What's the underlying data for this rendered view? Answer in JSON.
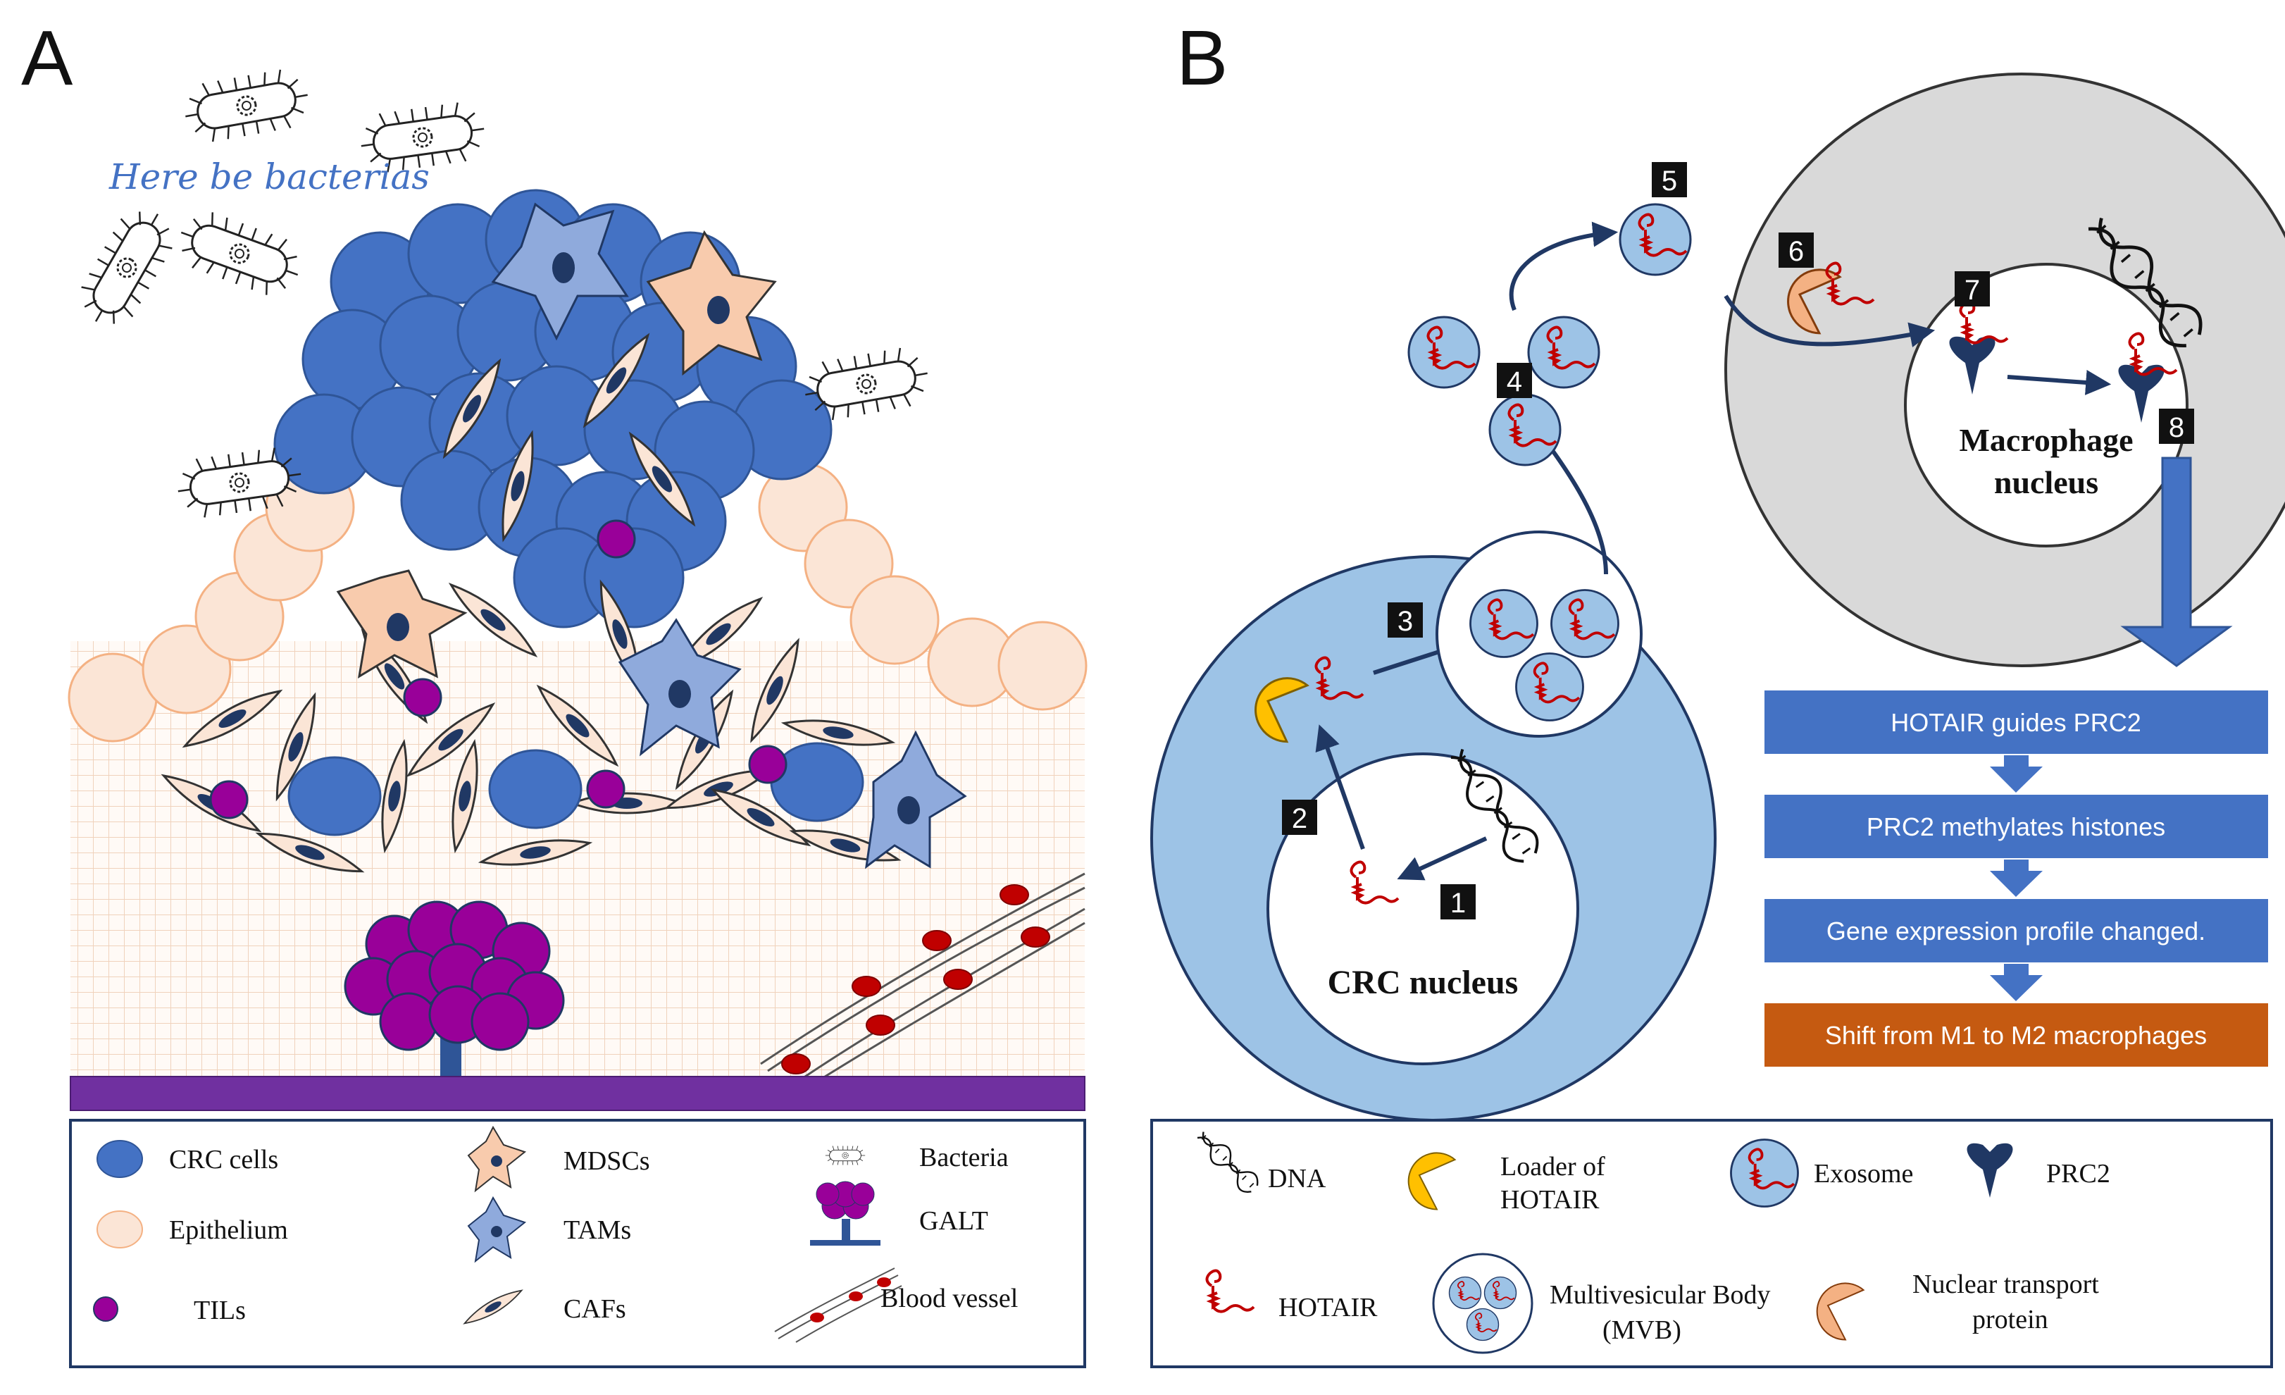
{
  "panels": {
    "a": {
      "letter": "A",
      "bacteria_caption": "Here be bacterias"
    },
    "b": {
      "letter": "B"
    }
  },
  "diagram_b": {
    "crc_nucleus_label": "CRC nucleus",
    "macrophage_nucleus_label_1": "Macrophage",
    "macrophage_nucleus_label_2": "nucleus",
    "steps": [
      "1",
      "2",
      "3",
      "4",
      "5",
      "6",
      "7",
      "8"
    ],
    "flow_boxes": [
      {
        "label": "HOTAIR guides PRC2",
        "color": "#4472c4"
      },
      {
        "label": "PRC2 methylates histones",
        "color": "#4472c4"
      },
      {
        "label": "Gene expression profile changed.",
        "color": "#4472c4"
      },
      {
        "label": "Shift from M1 to M2 macrophages",
        "color": "#c55a11"
      }
    ]
  },
  "legend_a": {
    "items": [
      {
        "icon": "crc-cell-icon",
        "label": "CRC cells"
      },
      {
        "icon": "epithelium-icon",
        "label": "Epithelium"
      },
      {
        "icon": "til-icon",
        "label": "TILs"
      },
      {
        "icon": "mdsc-icon",
        "label": "MDSCs"
      },
      {
        "icon": "tam-icon",
        "label": "TAMs"
      },
      {
        "icon": "caf-icon",
        "label": "CAFs"
      },
      {
        "icon": "bacteria-icon",
        "label": "Bacteria"
      },
      {
        "icon": "galt-icon",
        "label": "GALT"
      },
      {
        "icon": "blood-vessel-icon",
        "label": "Blood vessel"
      }
    ]
  },
  "legend_b": {
    "dna": "DNA",
    "loader_1": "Loader of",
    "loader_2": "HOTAIR",
    "exosome": "Exosome",
    "prc2": "PRC2",
    "hotair": "HOTAIR",
    "mvb_1": "Multivesicular Body",
    "mvb_2": "(MVB)",
    "ntp_1": "Nuclear transport",
    "ntp_2": "protein"
  },
  "colors": {
    "crc_blue": "#4472c4",
    "light_blue": "#9dc3e6",
    "epithelium": "#f8cbad",
    "til_purple": "#990099",
    "galt_purple": "#7030a0",
    "hotair_red": "#c00000",
    "loader_yellow": "#ffc000",
    "prc2_navy": "#203864",
    "macrophage_grey": "#d9d9d9",
    "flow_orange": "#c55a11"
  }
}
